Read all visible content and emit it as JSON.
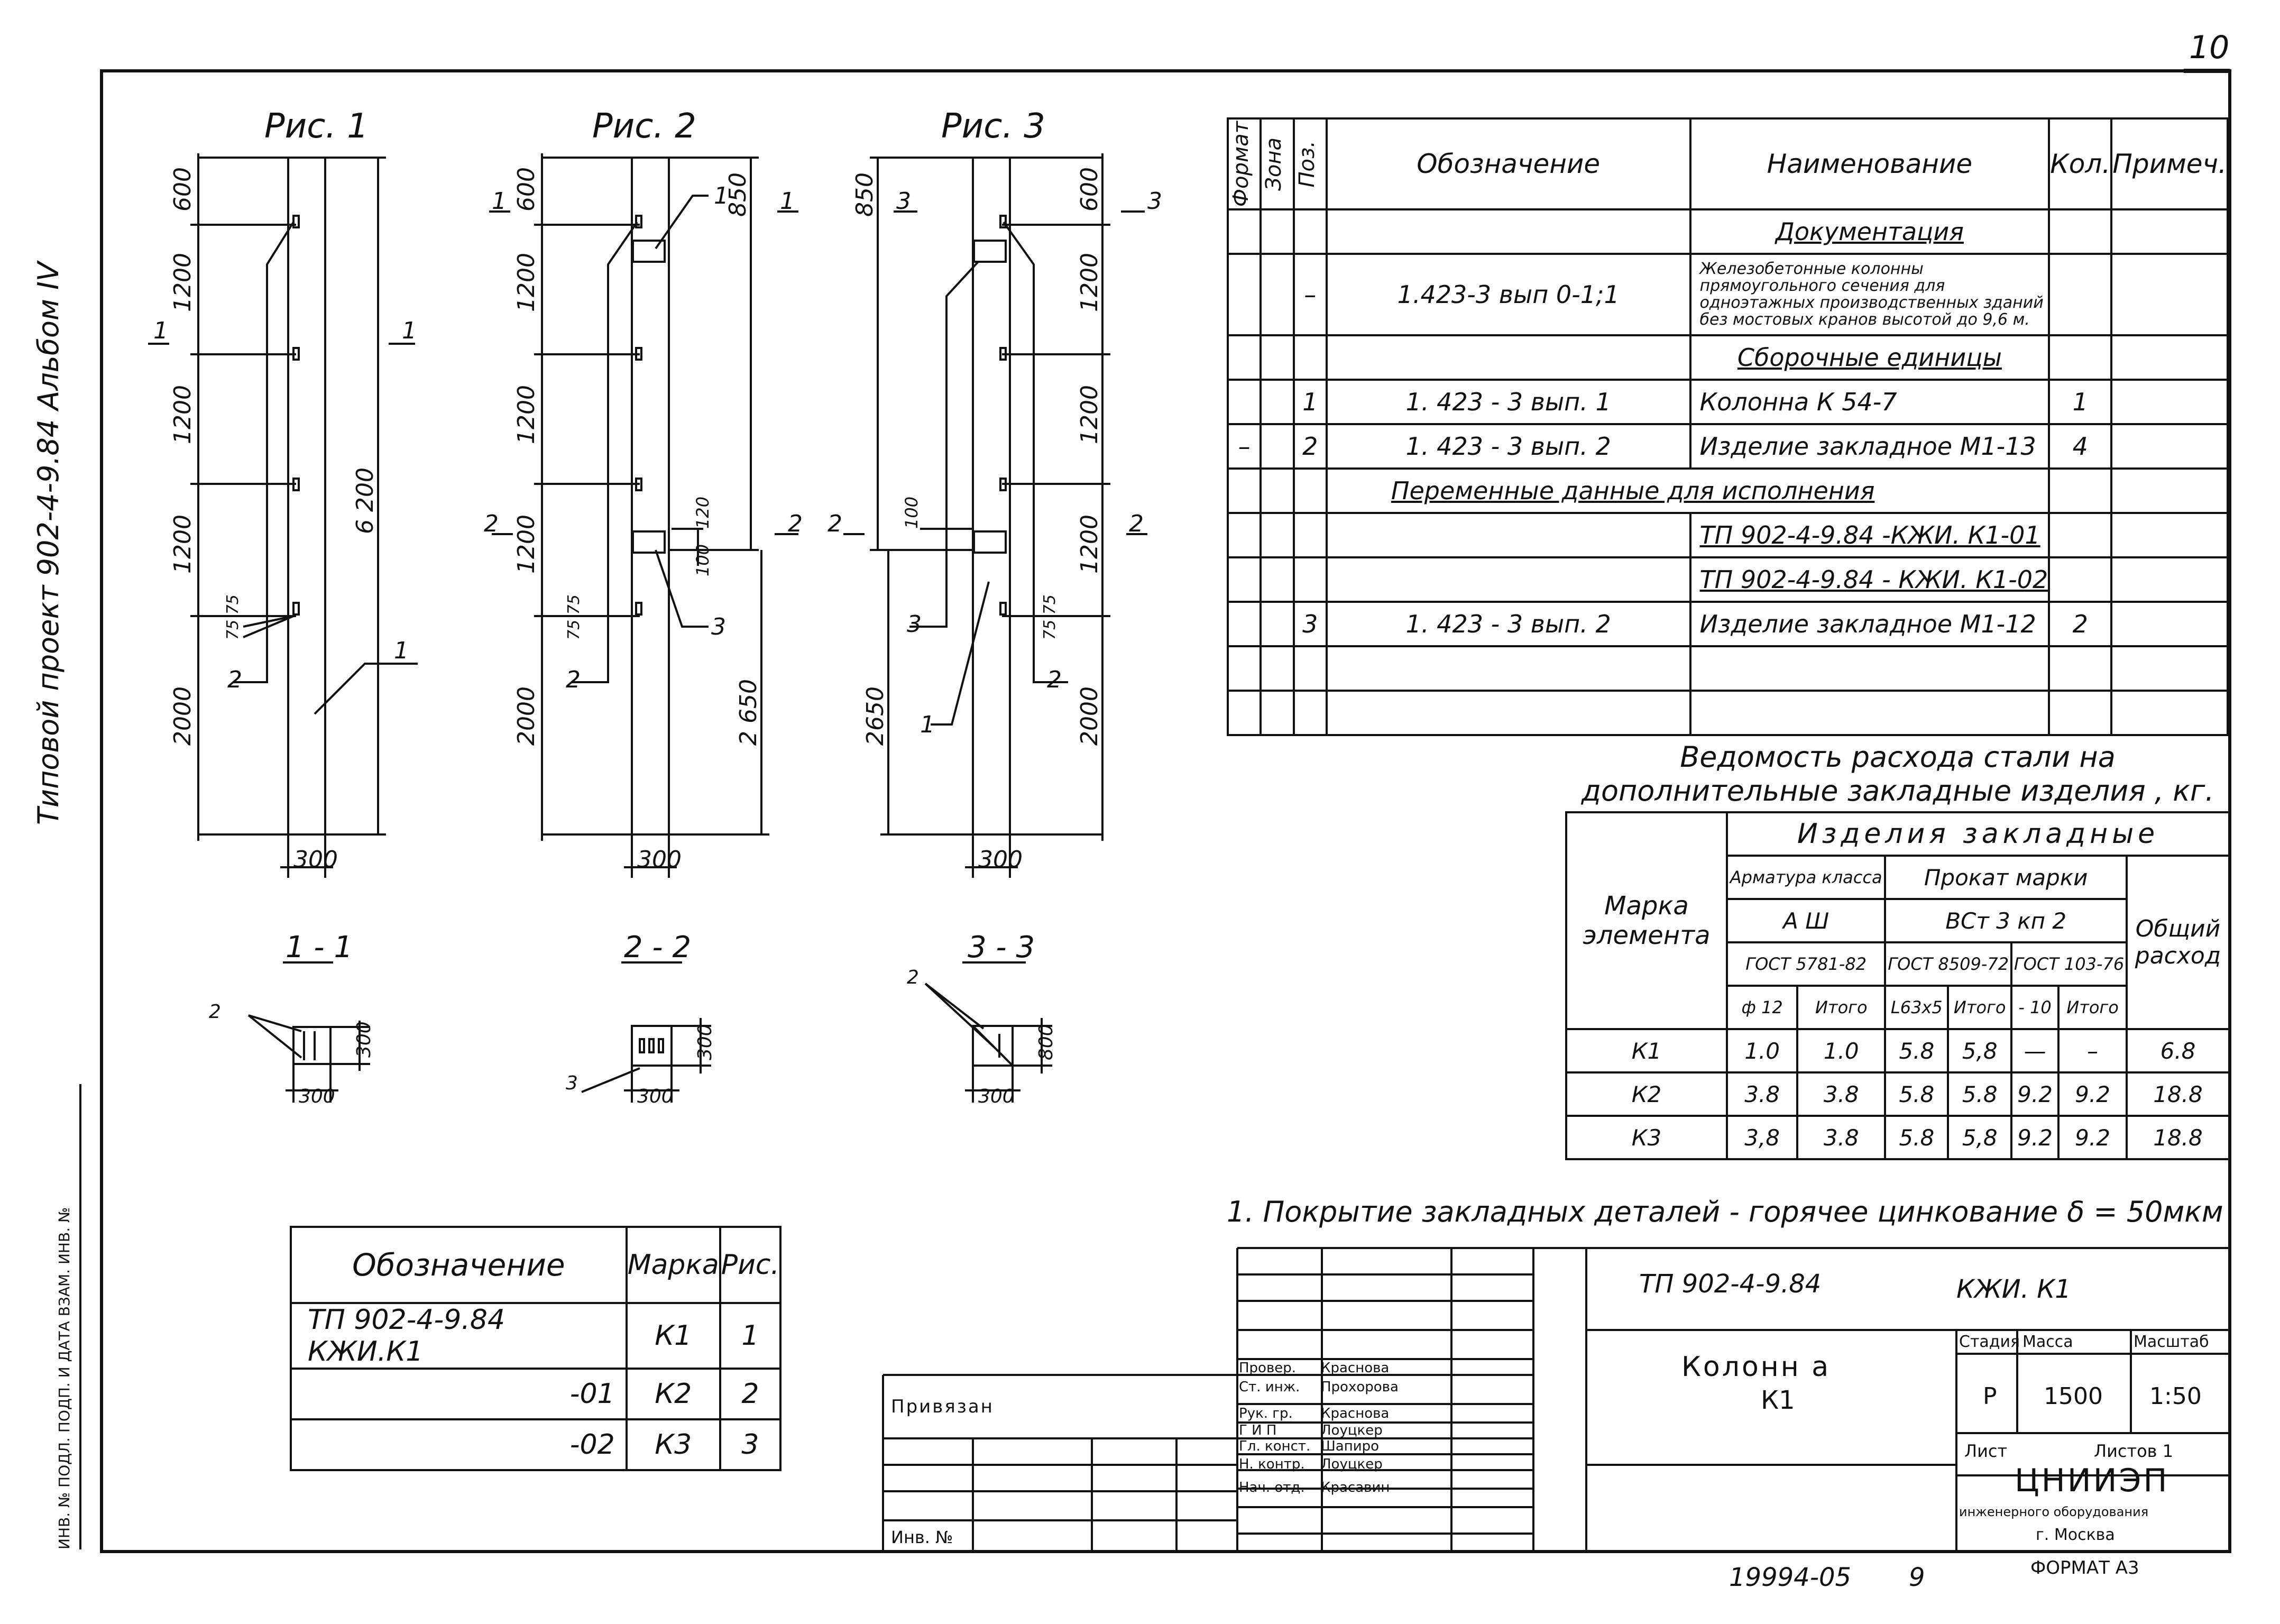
{
  "sheet": {
    "number": "10",
    "margin_text": "Типовой   проект 902-4-9.84 Альбом IV",
    "stamp_note": "ИНВ. № ПОДЛ. ПОДП. И ДАТА  ВЗАМ. ИНВ. №",
    "bottom_code": "19994-05",
    "bottom_page": "9",
    "format": "ФОРМАТ А3"
  },
  "figures": {
    "fig1": {
      "title": "Рис. 1",
      "dims": [
        "600",
        "1200",
        "1200",
        "1200",
        "2000"
      ],
      "total": "6 200",
      "width": "300",
      "section_label": "1",
      "callout1": "2",
      "callout2": "1",
      "spacing": "75 75"
    },
    "fig2": {
      "title": "Рис. 2",
      "dims": [
        "600",
        "1200",
        "1200",
        "1200",
        "2000"
      ],
      "top_dim": "850",
      "bottom_dim": "2 650",
      "width": "300",
      "section_labels": [
        "1",
        "2"
      ],
      "callouts": [
        "1",
        "3",
        "2"
      ],
      "mid_dims": [
        "120",
        "100"
      ],
      "spacing": "75 75"
    },
    "fig3": {
      "title": "Рис. 3",
      "dims": [
        "600",
        "1200",
        "1200",
        "1200",
        "2000"
      ],
      "top_dim": "850",
      "bottom_dim": "2650",
      "width": "300",
      "section_labels": [
        "3",
        "2"
      ],
      "callouts": [
        "3",
        "1",
        "2"
      ],
      "mid_dims": [
        "100"
      ],
      "spacing": "75 75"
    }
  },
  "sections": {
    "s1": {
      "title": "1 - 1",
      "w": "300",
      "h": "300",
      "callout": "2"
    },
    "s2": {
      "title": "2 - 2",
      "w": "300",
      "h": "300",
      "callout": "3"
    },
    "s3": {
      "title": "3 - 3",
      "w": "300",
      "h": "800",
      "callout": "2"
    }
  },
  "spec_table": {
    "headers": {
      "format": "Формат",
      "zone": "Зона",
      "pos": "Поз.",
      "designation": "Обозначение",
      "name": "Наименование",
      "qty": "Кол.",
      "note": "Примеч."
    },
    "rows": [
      {
        "section": "Документация"
      },
      {
        "pos": "–",
        "designation": "1.423-3   вып 0-1;1",
        "name": "Железобетонные колонны прямоугольного сечения для одноэтажных производственных зданий без мостовых кранов высотой до 9,6 м.",
        "qty": "",
        "small": true
      },
      {
        "section": "Сборочные единицы"
      },
      {
        "pos": "1",
        "designation": "1. 423 - 3    вып. 1",
        "name": "Колонна    К 54-7",
        "qty": "1"
      },
      {
        "format": "–",
        "pos": "2",
        "designation": "1. 423 - 3    вып. 2",
        "name": "Изделие закладное М1-13",
        "qty": "4"
      },
      {
        "wide": "Переменные   данные   для  исполнения"
      },
      {
        "name": "ТП 902-4-9.84  -КЖИ. К1-01"
      },
      {
        "name": "ТП 902-4-9.84 - КЖИ. К1-02"
      },
      {
        "pos": "3",
        "designation": "1. 423 - 3    вып. 2",
        "name": "Изделие закладное М1-12",
        "qty": "2"
      },
      {},
      {}
    ]
  },
  "steel": {
    "title": "Ведомость расхода стали на дополнительные закладные изделия , кг.",
    "group": "Изделия  закладные",
    "mark_header": "Марка элемента",
    "total_header": "Общий расход",
    "armature": "Арматура класса",
    "prokat": "Прокат марки",
    "a3": "А Ш",
    "vst": "ВСт 3 кп 2",
    "gost1": "ГОСТ 5781-82",
    "gost2": "ГОСТ 8509-72",
    "gost3": "ГОСТ 103-76",
    "cols": [
      "ф 12",
      "Итого",
      "L63х5",
      "Итого",
      "- 10",
      "Итого"
    ],
    "rows": [
      {
        "mark": "К1",
        "vals": [
          "1.0",
          "1.0",
          "5.8",
          "5,8",
          "—",
          "–"
        ],
        "total": "6.8"
      },
      {
        "mark": "К2",
        "vals": [
          "3.8",
          "3.8",
          "5.8",
          "5.8",
          "9.2",
          "9.2"
        ],
        "total": "18.8"
      },
      {
        "mark": "К3",
        "vals": [
          "3,8",
          "3.8",
          "5.8",
          "5,8",
          "9.2",
          "9.2"
        ],
        "total": "18.8"
      }
    ]
  },
  "note": "1. Покрытие закладных деталей - горячее цинкование  δ = 50мкм",
  "legend": {
    "headers": [
      "Обозначение",
      "Марка",
      "Рис."
    ],
    "rows": [
      {
        "d": "ТП 902-4-9.84  КЖИ.К1",
        "m": "К1",
        "r": "1"
      },
      {
        "d": "-01",
        "m": "К2",
        "r": "2"
      },
      {
        "d": "-02",
        "m": "К3",
        "r": "3"
      }
    ]
  },
  "title_block": {
    "code": "ТП  902-4-9.84",
    "mark": "КЖИ. К1",
    "item_title": "Колонн а",
    "item_sub": "К1",
    "stage_h": "Стадия",
    "mass_h": "Масса",
    "scale_h": "Масштаб",
    "stage": "Р",
    "mass": "1500",
    "scale": "1:50",
    "sheet_h": "Лист",
    "sheets_h": "Листов 1",
    "org": "ЦНИИЭП",
    "org_sub": "инженерного оборудования",
    "city": "г. Москва",
    "privyazan": "Привязан",
    "inv": "Инв. №",
    "roles": [
      {
        "role": "Провер.",
        "name": "Краснова"
      },
      {
        "role": "Ст. инж.",
        "name": "Прохорова"
      },
      {
        "role": "Рук. гр.",
        "name": "Краснова"
      },
      {
        "role": "Г И П",
        "name": "Лоуцкер"
      },
      {
        "role": "Гл. конст.",
        "name": "Шапиро"
      },
      {
        "role": "Н. контр.",
        "name": "Лоуцкер"
      },
      {
        "role": "Нач. отд.",
        "name": "Красавин"
      }
    ]
  }
}
